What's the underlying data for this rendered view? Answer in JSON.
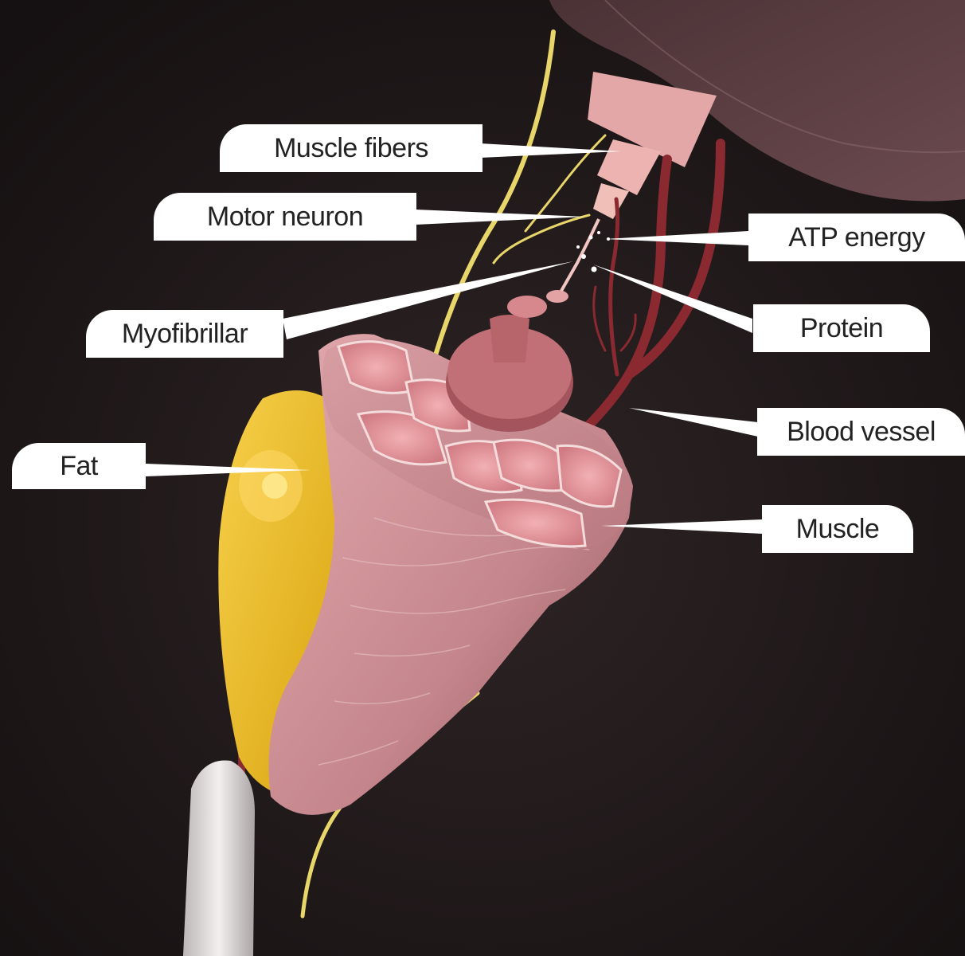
{
  "labels": {
    "muscle_fibers": "Muscle fibers",
    "motor_neuron": "Motor neuron",
    "myofibrillar": "Myofibrillar",
    "fat": "Fat",
    "atp_energy": "ATP energy",
    "protein": "Protein",
    "blood_vessel": "Blood vessel",
    "muscle": "Muscle"
  },
  "colors": {
    "background": "#1c1617",
    "muscle": "#c98a8e",
    "muscle_dark": "#a8636b",
    "fat": "#f0c21e",
    "nerve": "#e8d66a",
    "blood_vessel": "#8a2a30",
    "bone": "#e4e0de",
    "label_bg": "#ffffff",
    "label_text": "#222222"
  }
}
